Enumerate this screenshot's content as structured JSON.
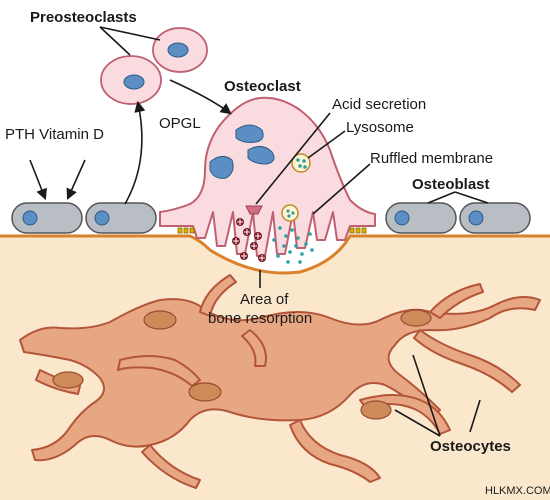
{
  "labels": {
    "preosteoclasts": "Preosteoclasts",
    "osteoclast": "Osteoclast",
    "acid_secretion": "Acid secretion",
    "lysosome": "Lysosome",
    "ruffled_membrane": "Ruffled membrane",
    "osteoblast": "Osteoblast",
    "pth_vitamin_d": "PTH Vitamin D",
    "opgl": "OPGL",
    "area_of": "Area of",
    "bone_resorption": "bone resorption",
    "osteocytes": "Osteocytes"
  },
  "watermark": "HLKMX.COM",
  "colors": {
    "bone_matrix": "#fbe8cc",
    "bone_line": "#d9822b",
    "osteocyte_fill": "#e8a783",
    "osteocyte_stroke": "#b3553a",
    "osteocyte_nucleus": "#cf8a5a",
    "osteoclast_fill": "#f9dbe0",
    "osteoclast_stroke": "#c06070",
    "nucleus_blue": "#5b8ec2",
    "osteoblast_gray": "#b8bec4",
    "acid_red": "#7a1620",
    "lysosome_teal": "#2aa0a0",
    "arrow": "#1a1a1a"
  }
}
